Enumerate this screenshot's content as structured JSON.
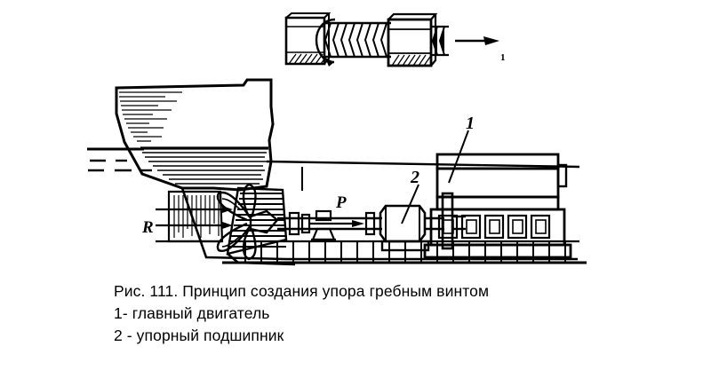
{
  "figure": {
    "background_color": "#ffffff",
    "ink_color": "#000000",
    "caption_lines": [
      "Рис. 111. Принцип создания упора гребным винтом",
      "1- главный двигатель",
      "2 - упорный подшипник"
    ],
    "caption_title": "Рис. 111. Принцип создания упора гребным винтом",
    "legend_item_1": "1- главный двигатель",
    "legend_item_2": "2 - упорный подшипник"
  },
  "top_assembly": {
    "name": "bolt-and-nut-analogy",
    "thrust_arrow_label": "1",
    "parts": {
      "bolt_head": "hex-bolt-head",
      "threaded_shank": "threaded-shank",
      "nut": "hex-nut",
      "rotation_arrow": "rotation-arrow",
      "thrust_arrow": "thrust-arrow"
    }
  },
  "ship_diagram": {
    "name": "ship-propulsion-section",
    "labels": {
      "reaction_force": "R",
      "thrust_force": "P",
      "main_engine": "1",
      "thrust_bearing": "2"
    },
    "parts": {
      "hull": "ship-hull-section",
      "waterline": "waterline",
      "propeller": "propeller",
      "stern_tube": "stern-tube",
      "shaft": "propeller-shaft",
      "shaft_bearing": "shaft-support-bearing",
      "thrust_bearing": "thrust-bearing",
      "coupling_flange": "coupling-flange",
      "engine": "main-engine-block",
      "double_bottom": "double-bottom-frames"
    }
  }
}
